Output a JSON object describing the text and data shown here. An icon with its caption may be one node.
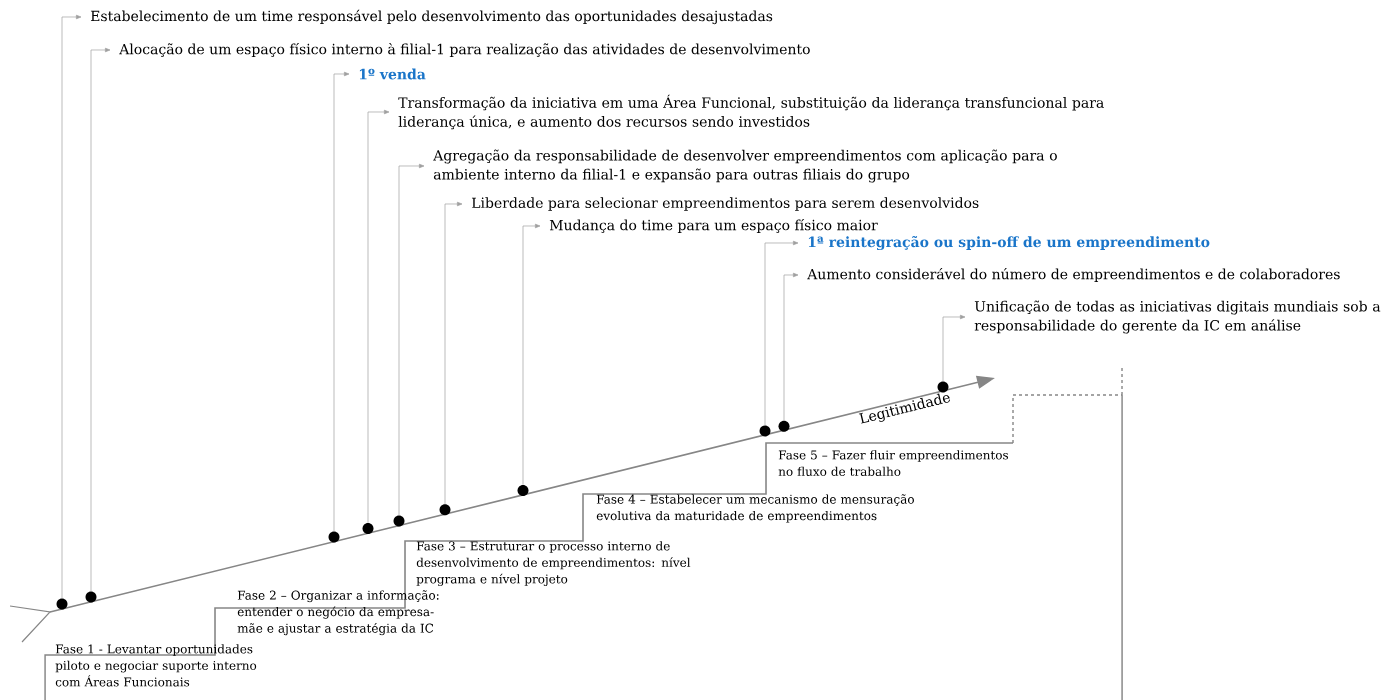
{
  "diagram": {
    "nodes": [
      {
        "text": [
          "Estabelecimento de um time responsável pelo desenvolvimento das oportunidades desajustadas"
        ]
      },
      {
        "text": [
          "Alocação de um espaço físico interno à filial-1 para realização das atividades de desenvolvimento"
        ]
      },
      {
        "text": [
          "1º venda"
        ]
      },
      {
        "text": [
          "Transformação da iniciativa em uma Área Funcional, substituição da liderança transfuncional para liderança única, e aumento dos recursos sendo investidos"
        ]
      },
      {
        "text": [
          "Agregação da responsabilidade de desenvolver empreendimentos com aplicação para o ambiente interno da filial-1 e expansão para outras filiais do grupo"
        ]
      },
      {
        "text": [
          "Liberdade para selecionar empreendimentos para serem desenvolvidos"
        ]
      },
      {
        "text": [
          "Mudança do time para um espaço físico maior"
        ]
      },
      {
        "text": [
          "1ª reintegração ou spin-off de um empreendimento"
        ]
      },
      {
        "text": [
          "Aumento considerável do número de empreendimentos e de colaboradores"
        ]
      },
      {
        "text": [
          "Unificação de todas as iniciativas digitais mundiais sob a responsabilidade do gerente da IC em análise"
        ]
      },
      {
        "text": [],
        "shape": "circle"
      },
      {
        "text": [],
        "shape": "circle"
      },
      {
        "text": [],
        "shape": "circle"
      },
      {
        "text": [],
        "shape": "circle"
      },
      {
        "text": [],
        "shape": "circle"
      },
      {
        "text": [],
        "shape": "circle"
      },
      {
        "text": [],
        "shape": "circle"
      },
      {
        "text": [],
        "shape": "circle"
      },
      {
        "text": [],
        "shape": "circle"
      },
      {
        "text": [],
        "shape": "circle"
      }
    ],
    "edges": [
      {
        "from": 10,
        "to": 0,
        "arrow": "to"
      },
      {
        "from": 11,
        "to": 1,
        "arrow": "to"
      },
      {
        "from": 12,
        "to": 2,
        "arrow": "to"
      },
      {
        "from": 13,
        "to": 3,
        "arrow": "to"
      },
      {
        "from": 14,
        "to": 4,
        "arrow": "to"
      },
      {
        "from": 15,
        "to": 5,
        "arrow": "to"
      },
      {
        "from": 16,
        "to": 6,
        "arrow": "to"
      },
      {
        "from": 17,
        "to": 7,
        "arrow": "to"
      },
      {
        "from": 18,
        "to": 8,
        "arrow": "to"
      },
      {
        "from": 19,
        "to": 9,
        "arrow": "to"
      }
    ],
    "labels": [
      "Legitimidade",
      "Fase 5 – Fazer fluir empreendimentos no fluxo de trabalho",
      "Fase 4 – Estabelecer um mecanismo de mensuração evolutiva da maturidade de empreendimentos",
      "Fase 3 – Estruturar o processo interno de desenvolvimento de empreendimentos: nível programa e nível projeto",
      "Fase 2 – Organizar a informação: entender o negócio da empresa-mãe e ajustar a estratégia da IC",
      "Fase 1 - Levantar oportunidades piloto e negociar suporte interno com Áreas Funcionais"
    ]
  }
}
